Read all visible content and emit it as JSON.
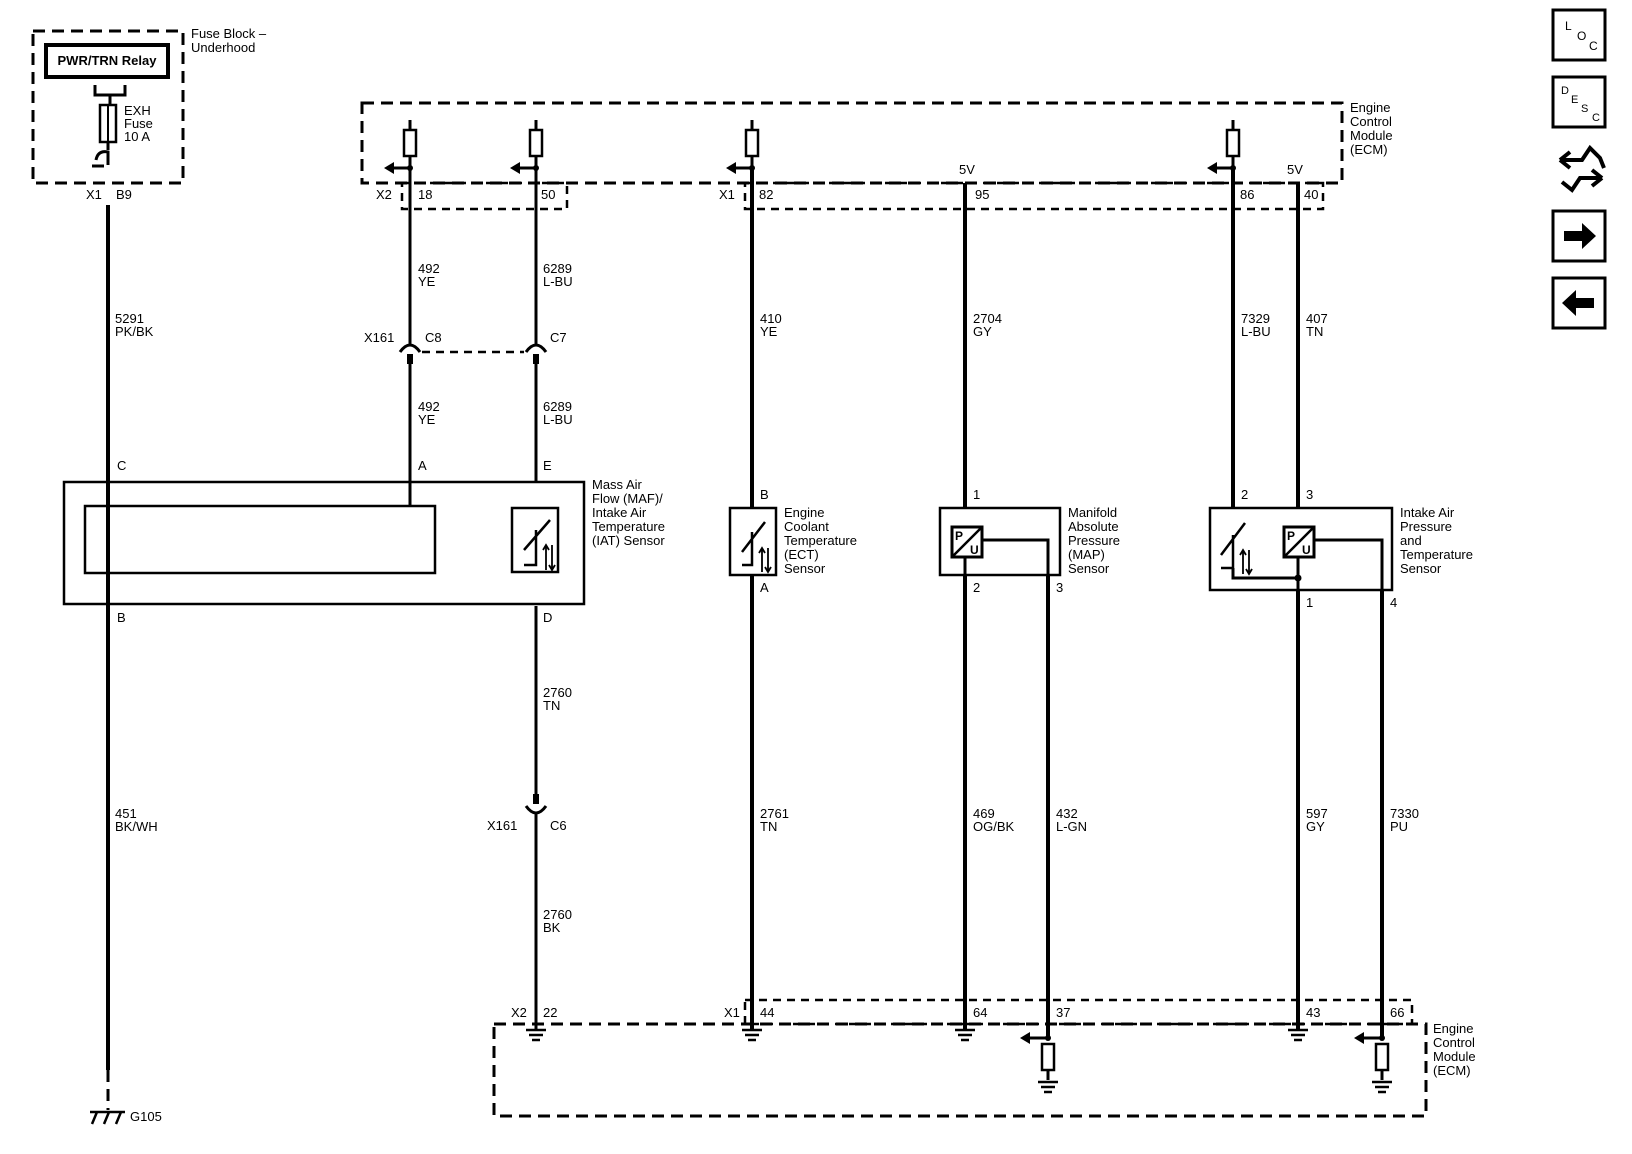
{
  "fuse_block": {
    "title_line1": "Fuse Block –",
    "title_line2": "Underhood",
    "relay_label": "PWR/TRN Relay",
    "fuse_line1": "EXH",
    "fuse_line2": "Fuse",
    "fuse_line3": "10 A",
    "conn": "X1",
    "pin": "B9"
  },
  "ecm_top": {
    "line1": "Engine",
    "line2": "Control",
    "line3": "Module",
    "line4": "(ECM)",
    "x2": "X2",
    "x1": "X1",
    "pins": [
      "18",
      "50",
      "82",
      "95",
      "86",
      "40"
    ],
    "v5_left": "5V",
    "v5_right": "5V"
  },
  "ecm_bottom": {
    "line1": "Engine",
    "line2": "Control",
    "line3": "Module",
    "line4": "(ECM)",
    "x2": "X2",
    "x1": "X1",
    "pins": [
      "22",
      "44",
      "64",
      "37",
      "43",
      "66"
    ]
  },
  "wires": {
    "w5291": [
      "5291",
      "PK/BK"
    ],
    "w451": [
      "451",
      "BK/WH"
    ],
    "w492a": [
      "492",
      "YE"
    ],
    "w492b": [
      "492",
      "YE"
    ],
    "w6289a": [
      "6289",
      "L-BU"
    ],
    "w6289b": [
      "6289",
      "L-BU"
    ],
    "w2760a": [
      "2760",
      "TN"
    ],
    "w2760b": [
      "2760",
      "BK"
    ],
    "w410": [
      "410",
      "YE"
    ],
    "w2761": [
      "2761",
      "TN"
    ],
    "w2704": [
      "2704",
      "GY"
    ],
    "w469": [
      "469",
      "OG/BK"
    ],
    "w432": [
      "432",
      "L-GN"
    ],
    "w7329": [
      "7329",
      "L-BU"
    ],
    "w407": [
      "407",
      "TN"
    ],
    "w597": [
      "597",
      "GY"
    ],
    "w7330": [
      "7330",
      "PU"
    ]
  },
  "inline_conn": {
    "name": "X161",
    "c8": "C8",
    "c7": "C7",
    "name2": "X161",
    "c6": "C6"
  },
  "maf": {
    "line1": "Mass Air",
    "line2": "Flow (MAF)/",
    "line3": "Intake Air",
    "line4": "Temperature",
    "line5": "(IAT) Sensor",
    "pin_c": "C",
    "pin_a": "A",
    "pin_e": "E",
    "pin_b": "B",
    "pin_d": "D"
  },
  "ect": {
    "line1": "Engine",
    "line2": "Coolant",
    "line3": "Temperature",
    "line4": "(ECT)",
    "line5": "Sensor",
    "pin_b": "B",
    "pin_a": "A"
  },
  "map": {
    "line1": "Manifold",
    "line2": "Absolute",
    "line3": "Pressure",
    "line4": "(MAP)",
    "line5": "Sensor",
    "pin1": "1",
    "pin2": "2",
    "pin3": "3"
  },
  "iapt": {
    "line1": "Intake Air",
    "line2": "Pressure",
    "line3": "and",
    "line4": "Temperature",
    "line5": "Sensor",
    "pin2": "2",
    "pin3": "3",
    "pin1": "1",
    "pin4": "4"
  },
  "ground": {
    "label": "G105"
  },
  "sensor_glyph": {
    "p": "P",
    "u": "U"
  },
  "nav": {
    "loc": {
      "l": "L",
      "o": "O",
      "c": "C"
    },
    "desc": {
      "d": "D",
      "e": "E",
      "s": "S",
      "c": "C"
    }
  }
}
